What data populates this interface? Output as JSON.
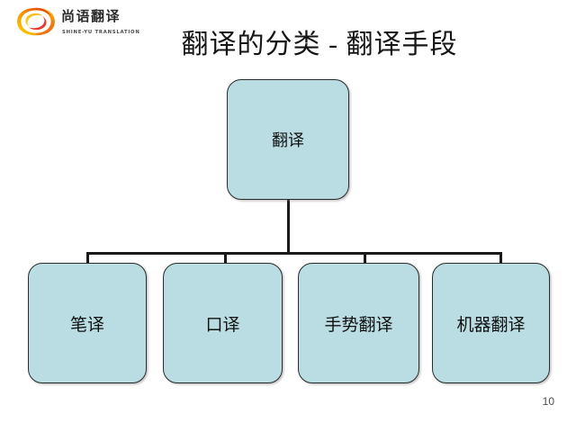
{
  "slide": {
    "title": "翻译的分类 - 翻译手段",
    "page_number": "10",
    "background_color": "#ffffff"
  },
  "logo": {
    "icon_name": "shineyu-swirl-logo-icon",
    "chinese_name": "尚语翻译",
    "english_name": "SHINE-YU TRANSLATION",
    "colors": {
      "gradient_start": "#ffd400",
      "gradient_mid": "#f39200",
      "gradient_end": "#e2231a"
    }
  },
  "diagram": {
    "type": "tree",
    "node_fill_color": "#b9dde3",
    "node_border_color": "#2b2b2b",
    "connector_color": "#1a1a1a",
    "root": {
      "label": "翻译"
    },
    "children": [
      {
        "label": "笔译"
      },
      {
        "label": "口译"
      },
      {
        "label": "手势翻译"
      },
      {
        "label": "机器翻译"
      }
    ]
  }
}
